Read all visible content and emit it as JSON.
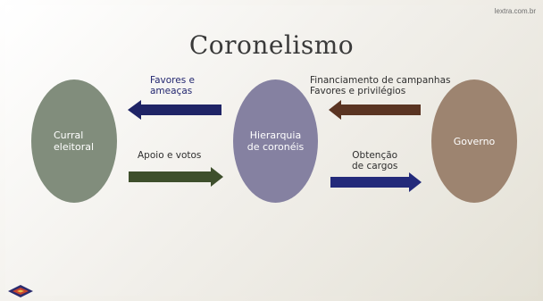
{
  "watermark": "lextra.com.br",
  "title": "Coronelismo",
  "nodes": {
    "curral": "Curral\neleitoral",
    "hierarquia": "Hierarquia\nde coronéis",
    "governo": "Governo"
  },
  "labels": {
    "favores": "Favores e\nameaças",
    "apoio": "Apoio e votos",
    "financiamento": "Financiamento de campanhas\nFavores e privilégios",
    "obtencao": "Obtenção\nde cargos"
  },
  "colors": {
    "curral": "#818d7c",
    "hierarquia": "#8581a1",
    "governo": "#9d8470",
    "arrow_favores": "#1f2466",
    "arrow_apoio": "#3e4f2c",
    "arrow_financiamento": "#5a3422",
    "arrow_obtencao": "#232a7a"
  }
}
